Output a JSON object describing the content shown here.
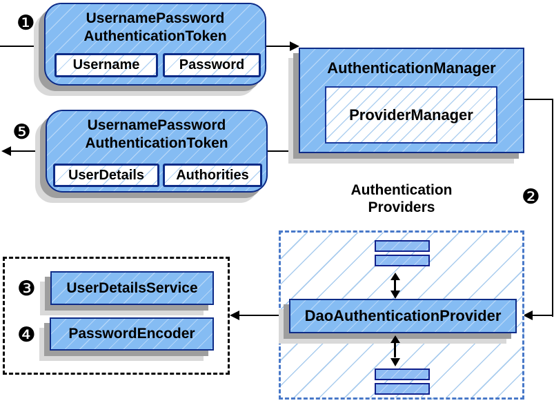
{
  "steps": {
    "s1": "❶",
    "s2": "❷",
    "s3": "❸",
    "s4": "❹",
    "s5": "❺"
  },
  "request_token": {
    "title_line1": "UsernamePassword",
    "title_line2": "AuthenticationToken",
    "fields": [
      "Username",
      "Password"
    ]
  },
  "authentication_manager": {
    "title": "AuthenticationManager",
    "inner_label": "ProviderManager"
  },
  "response_token": {
    "title_line1": "UsernamePassword",
    "title_line2": "AuthenticationToken",
    "fields": [
      "UserDetails",
      "Authorities"
    ]
  },
  "providers_group": {
    "label_line1": "Authentication",
    "label_line2": "Providers",
    "main_provider": "DaoAuthenticationProvider"
  },
  "services_group": {
    "items": [
      "UserDetailsService",
      "PasswordEncoder"
    ]
  },
  "colors": {
    "box_fill": "#85BCF3",
    "box_border": "#0D2B87",
    "hatch_line": "#A9CCEE",
    "shadow_dark": "#9E9E9E",
    "shadow_light": "#D9D9D9",
    "dashed_blue_border": "#4878C8",
    "dashed_black_border": "#000000",
    "arrow_color": "#000000"
  }
}
